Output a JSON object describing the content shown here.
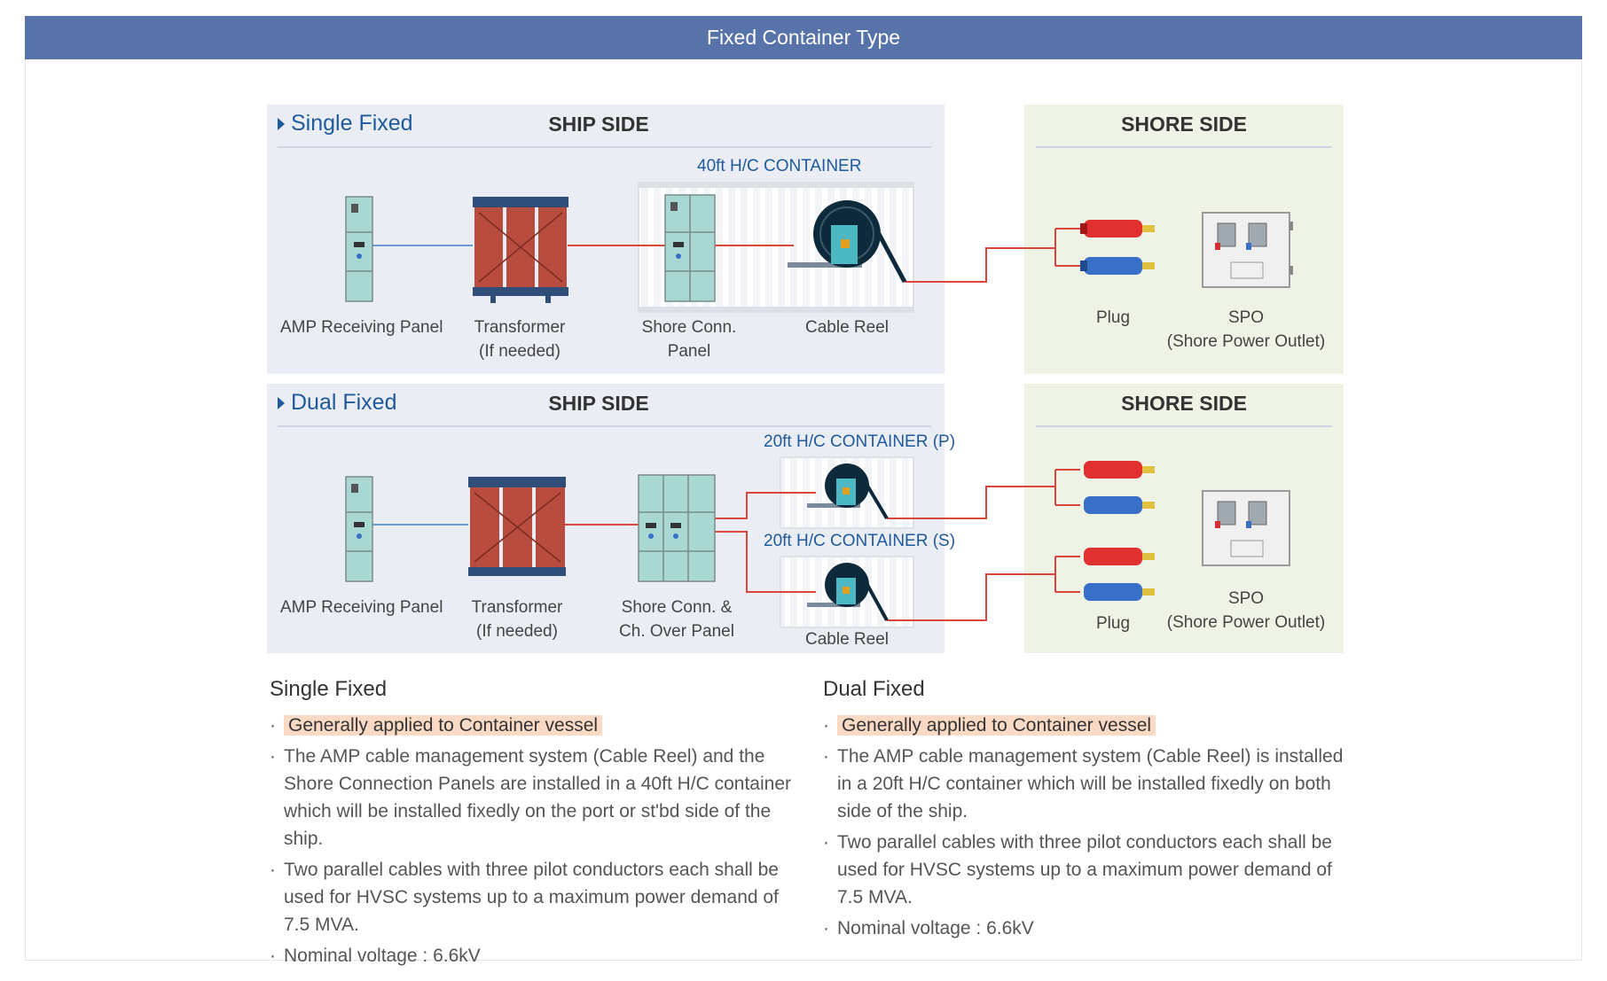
{
  "header": {
    "title": "Fixed Container Type"
  },
  "single": {
    "section_label": "Single Fixed",
    "ship_side": "SHIP SIDE",
    "shore_side": "SHORE SIDE",
    "container_label": "40ft H/C CONTAINER",
    "amp_panel": "AMP Receiving Panel",
    "transformer_line1": "Transformer",
    "transformer_line2": "(If needed)",
    "shore_conn_line1": "Shore Conn.",
    "shore_conn_line2": "Panel",
    "cable_reel": "Cable Reel",
    "plug": "Plug",
    "spo_line1": "SPO",
    "spo_line2": "(Shore Power Outlet)"
  },
  "dual": {
    "section_label": "Dual Fixed",
    "ship_side": "SHIP SIDE",
    "shore_side": "SHORE SIDE",
    "container_p_label": "20ft H/C CONTAINER (P)",
    "container_s_label": "20ft H/C CONTAINER (S)",
    "amp_panel": "AMP Receiving Panel",
    "transformer_line1": "Transformer",
    "transformer_line2": "(If needed)",
    "shore_conn_line1": "Shore Conn. &",
    "shore_conn_line2": "Ch. Over Panel",
    "cable_reel": "Cable Reel",
    "plug": "Plug",
    "spo_line1": "SPO",
    "spo_line2": "(Shore Power Outlet)"
  },
  "descriptions": {
    "single": {
      "title": "Single Fixed",
      "highlight": "Generally applied to Container vessel",
      "items": [
        "The AMP cable management system (Cable Reel) and the Shore Connection Panels are installed in a 40ft H/C container which will be installed fixedly on the port or st'bd side of the ship.",
        "Two parallel cables with three pilot conductors each shall be used for HVSC systems up to a maximum power demand of 7.5 MVA.",
        "Nominal voltage : 6.6kV"
      ]
    },
    "dual": {
      "title": "Dual Fixed",
      "highlight": "Generally applied to Container vessel",
      "items": [
        "The AMP cable management system (Cable Reel) is installed in a 20ft H/C container which will be installed fixedly on both side of the ship.",
        "Two parallel cables with three pilot conductors each shall be used for HVSC systems up to a maximum power demand of 7.5 MVA.",
        "Nominal voltage : 6.6kV"
      ]
    }
  },
  "colors": {
    "header": "#5873a9",
    "ship_bg": "#eaedf3",
    "shore_bg": "#eef3e6",
    "cable_red": "#d9473c",
    "cable_blue": "#6a9ad4",
    "panel_teal": "#a9d8d3",
    "transformer": "#b84c3f",
    "plug_red": "#e03030",
    "plug_blue": "#3a6fc8",
    "highlight": "#fad9c5"
  }
}
